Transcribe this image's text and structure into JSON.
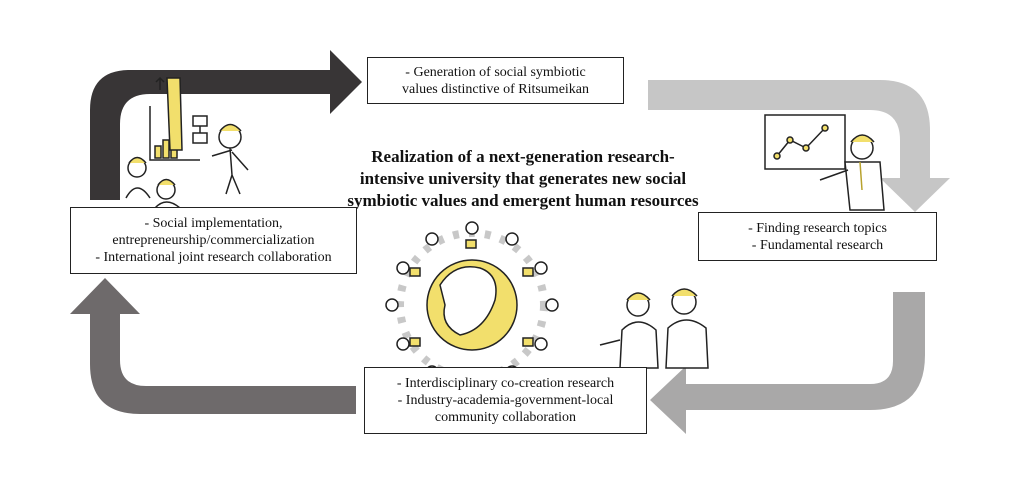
{
  "center": {
    "title_lines": [
      "Realization of a next-generation research-",
      "intensive university that generates new social",
      "symbiotic values and emergent human resources"
    ]
  },
  "boxes": {
    "top": [
      "- Generation  of social symbiotic",
      "values distinctive  of Ritsumeikan"
    ],
    "right": [
      "- Finding  research topics",
      "- Fundamental  research"
    ],
    "bottom": [
      "- Interdisciplinary  co-creation research",
      "- Industry-academia-government-local",
      "community  collaboration"
    ],
    "left": [
      "- Social implementation,",
      "entrepreneurship/commercialization",
      "- International  joint research collaboration"
    ]
  },
  "colors": {
    "arrow_top": "#383536",
    "arrow_right": "#c6c6c6",
    "arrow_bottom": "#a9a8a8",
    "arrow_left": "#6e6a6b",
    "accent": "#f2df6c"
  }
}
